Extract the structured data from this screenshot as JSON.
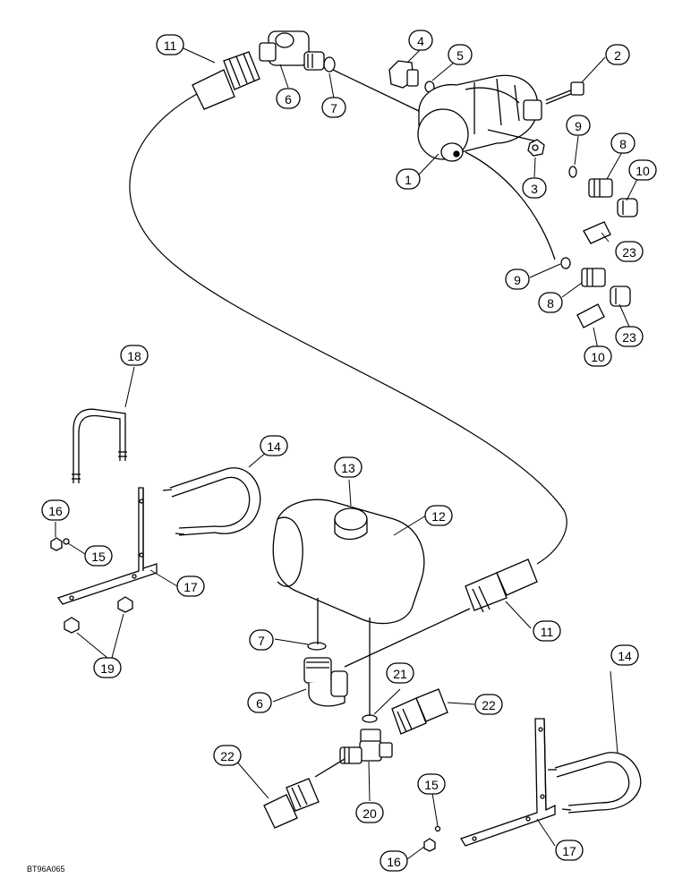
{
  "figure_ref": "BT96A065",
  "callouts": [
    {
      "num": "11"
    },
    {
      "num": "6"
    },
    {
      "num": "7"
    },
    {
      "num": "4"
    },
    {
      "num": "5"
    },
    {
      "num": "2"
    },
    {
      "num": "1"
    },
    {
      "num": "3"
    },
    {
      "num": "9"
    },
    {
      "num": "8"
    },
    {
      "num": "10"
    },
    {
      "num": "23"
    },
    {
      "num": "9"
    },
    {
      "num": "8"
    },
    {
      "num": "23"
    },
    {
      "num": "10"
    },
    {
      "num": "18"
    },
    {
      "num": "14"
    },
    {
      "num": "13"
    },
    {
      "num": "12"
    },
    {
      "num": "16"
    },
    {
      "num": "15"
    },
    {
      "num": "17"
    },
    {
      "num": "19"
    },
    {
      "num": "11"
    },
    {
      "num": "7"
    },
    {
      "num": "6"
    },
    {
      "num": "21"
    },
    {
      "num": "22"
    },
    {
      "num": "14"
    },
    {
      "num": "22"
    },
    {
      "num": "20"
    },
    {
      "num": "15"
    },
    {
      "num": "16"
    },
    {
      "num": "17"
    }
  ]
}
